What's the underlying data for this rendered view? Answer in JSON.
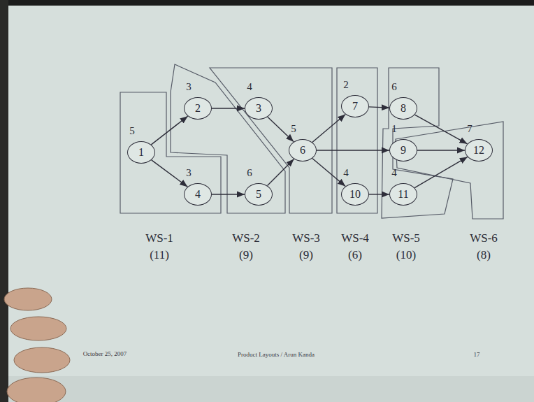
{
  "diagram": {
    "nodes": [
      {
        "text": [
          "5",
          "1"
        ]
      },
      {
        "text": [
          "3",
          "2"
        ]
      },
      {
        "text": [
          "4",
          "3"
        ]
      },
      {
        "text": [
          "3",
          "4"
        ]
      },
      {
        "text": [
          "6",
          "5"
        ]
      },
      {
        "text": [
          "5",
          "6"
        ]
      },
      {
        "text": [
          "2",
          "7"
        ]
      },
      {
        "text": [
          "6",
          "8"
        ]
      },
      {
        "text": [
          "1",
          "9"
        ]
      },
      {
        "text": [
          "4",
          "10"
        ]
      },
      {
        "text": [
          "4",
          "11"
        ]
      },
      {
        "text": [
          "7",
          "12"
        ]
      }
    ],
    "edges": [
      {
        "from": 0,
        "to": 1,
        "arrow": "to"
      },
      {
        "from": 0,
        "to": 3,
        "arrow": "to"
      },
      {
        "from": 1,
        "to": 2,
        "arrow": "to"
      },
      {
        "from": 3,
        "to": 4,
        "arrow": "to"
      },
      {
        "from": 2,
        "to": 5,
        "arrow": "to"
      },
      {
        "from": 4,
        "to": 5,
        "arrow": "to"
      },
      {
        "from": 5,
        "to": 6,
        "arrow": "to"
      },
      {
        "from": 5,
        "to": 8,
        "arrow": "to"
      },
      {
        "from": 5,
        "to": 9,
        "arrow": "to"
      },
      {
        "from": 6,
        "to": 7,
        "arrow": "to"
      },
      {
        "from": 7,
        "to": 11,
        "arrow": "to"
      },
      {
        "from": 8,
        "to": 11,
        "arrow": "to"
      },
      {
        "from": 9,
        "to": 10,
        "arrow": "to"
      },
      {
        "from": 10,
        "to": 11,
        "arrow": "to"
      }
    ],
    "labels": [
      "WS-1",
      "(11)",
      "WS-2",
      "(9)",
      "WS-3",
      "(9)",
      "WS-4",
      "(6)",
      "WS-5",
      "(10)",
      "WS-6",
      "(8)",
      "October 25, 2007",
      "Product Layouts / Arun Kanda",
      "17"
    ]
  }
}
